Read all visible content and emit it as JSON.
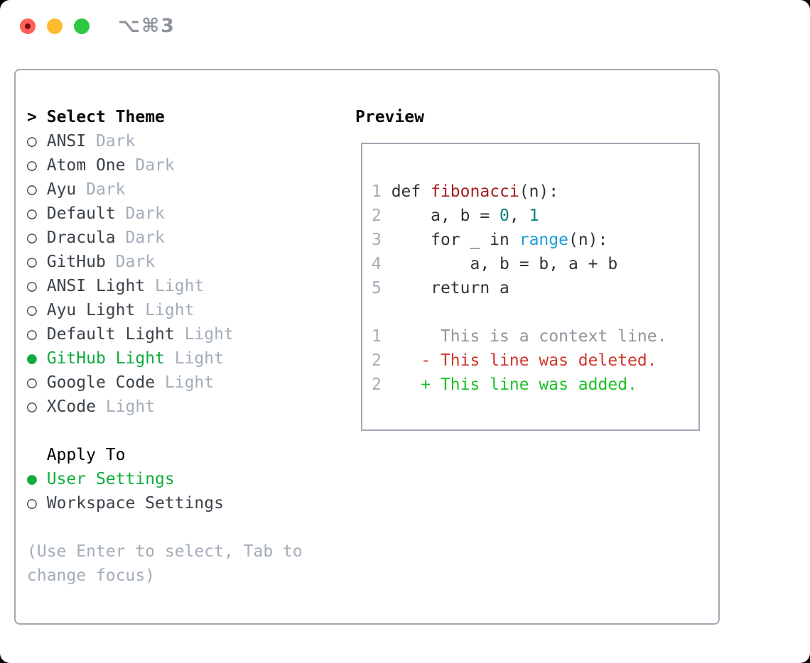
{
  "window": {
    "titlebar": {
      "title": "⌥⌘3",
      "traffic_lights": [
        {
          "name": "close",
          "color": "#ff5f57",
          "edited_dot": true
        },
        {
          "name": "minimize",
          "color": "#febc2e",
          "edited_dot": false
        },
        {
          "name": "zoom",
          "color": "#2bc840",
          "edited_dot": false
        }
      ]
    }
  },
  "colors": {
    "panel_border": "#a0a8b3",
    "selected_green": "#10ad3c",
    "muted_gray": "#a3adb8",
    "item_text": "#3b424a",
    "diff_added_green": "#1cc227",
    "diff_deleted_red": "#ce372c",
    "function_red": "#a61e1e",
    "number_teal": "#0f7d78",
    "builtin_blue": "#1b9ed9"
  },
  "theme_picker": {
    "prompt": ">",
    "title": "Select Theme",
    "items": [
      {
        "marker": "○",
        "name": "ANSI",
        "variant": "Dark",
        "selected": false
      },
      {
        "marker": "○",
        "name": "Atom One",
        "variant": "Dark",
        "selected": false
      },
      {
        "marker": "○",
        "name": "Ayu",
        "variant": "Dark",
        "selected": false
      },
      {
        "marker": "○",
        "name": "Default",
        "variant": "Dark",
        "selected": false
      },
      {
        "marker": "○",
        "name": "Dracula",
        "variant": "Dark",
        "selected": false
      },
      {
        "marker": "○",
        "name": "GitHub",
        "variant": "Dark",
        "selected": false
      },
      {
        "marker": "○",
        "name": "ANSI Light",
        "variant": "Light",
        "selected": false
      },
      {
        "marker": "○",
        "name": "Ayu Light",
        "variant": "Light",
        "selected": false
      },
      {
        "marker": "○",
        "name": "Default Light",
        "variant": "Light",
        "selected": false
      },
      {
        "marker": "●",
        "name": "GitHub Light",
        "variant": "Light",
        "selected": true
      },
      {
        "marker": "○",
        "name": "Google Code",
        "variant": "Light",
        "selected": false
      },
      {
        "marker": "○",
        "name": "XCode",
        "variant": "Light",
        "selected": false
      }
    ],
    "apply_to": {
      "title": "Apply To",
      "options": [
        {
          "marker": "●",
          "name": "User Settings",
          "selected": true
        },
        {
          "marker": "○",
          "name": "Workspace Settings",
          "selected": false
        }
      ]
    },
    "hint_lines": [
      "(Use Enter to select, Tab to",
      "change focus)"
    ]
  },
  "preview": {
    "title": "Preview",
    "lines": [
      [],
      [
        [
          "1",
          "lineno"
        ],
        [
          " def ",
          "code"
        ],
        [
          "fibonacci",
          "func"
        ],
        [
          "(n):",
          "code"
        ]
      ],
      [
        [
          "2",
          "lineno"
        ],
        [
          "     a, b = ",
          "code"
        ],
        [
          "0",
          "num"
        ],
        [
          ", ",
          "code"
        ],
        [
          "1",
          "num"
        ]
      ],
      [
        [
          "3",
          "lineno"
        ],
        [
          "     for _ in ",
          "code"
        ],
        [
          "range",
          "builtin"
        ],
        [
          "(n):",
          "code"
        ]
      ],
      [
        [
          "4",
          "lineno"
        ],
        [
          "         a, b = b, a + b",
          "code"
        ]
      ],
      [
        [
          "5",
          "lineno"
        ],
        [
          "     return a",
          "code"
        ]
      ],
      [],
      [
        [
          "1",
          "lineno"
        ],
        [
          "      This is a context line.",
          "ctx"
        ]
      ],
      [
        [
          "2",
          "lineno"
        ],
        [
          "    ",
          "code"
        ],
        [
          "- This line was deleted.",
          "del"
        ]
      ],
      [
        [
          "2",
          "lineno"
        ],
        [
          "    ",
          "code"
        ],
        [
          "+ This line was added.",
          "add"
        ]
      ],
      []
    ]
  }
}
